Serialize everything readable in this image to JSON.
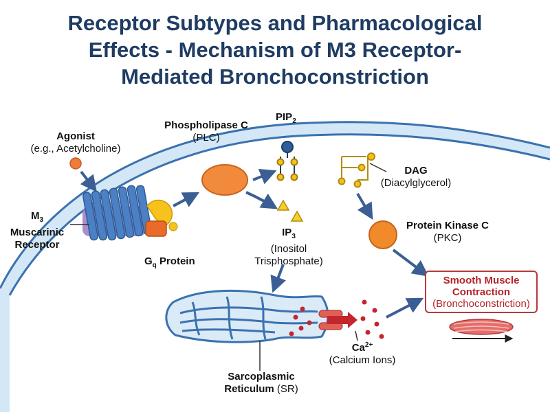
{
  "title": {
    "line1": "Receptor Subtypes and Pharmacological",
    "line2": "Effects - Mechanism of M3 Receptor-",
    "line3": "Mediated Bronchoconstriction"
  },
  "labels": {
    "agonist": "Agonist",
    "agonist_example": "(e.g., Acetylcholine)",
    "receptor_m": "M",
    "receptor_sub": "3",
    "receptor_line2": "Muscarinic",
    "receptor_line3": "Receptor",
    "gq_g": "G",
    "gq_sub": "q",
    "gq_rest": " Protein",
    "plc": "Phospholipase C",
    "plc_abbr": "(PLC)",
    "pip_main": "PIP",
    "pip_sub": "2",
    "dag": "DAG",
    "dag_full": "(Diacylglycerol)",
    "ip_main": "IP",
    "ip_sub": "3",
    "ip3_line2": "(Inositol",
    "ip3_line3": "Trisphosphate)",
    "pkc": "Protein Kinase C",
    "pkc_abbr": "(PKC)",
    "smc_line1": "Smooth Muscle",
    "smc_line2": "Contraction",
    "smc_line3": "(Bronchoconstriction)",
    "ca_main": "Ca",
    "ca_sup": "2+",
    "ca_full": "(Calcium Ions)",
    "sr_line1": "Sarcoplasmic",
    "sr_bold": "Reticulum",
    "sr_abbr": " (SR)"
  },
  "colors": {
    "membrane": "#3a72b0",
    "membrane_fill": "#d6e8f6",
    "receptor": "#3d6fb0",
    "plc": "#f28a3c",
    "gq_yellow": "#f6c21b",
    "gq_orange": "#ea6a2a",
    "pkc": "#f08a2a",
    "calcium": "#c4262e",
    "arrow": "#3b5f94",
    "title": "#1f3c63"
  }
}
